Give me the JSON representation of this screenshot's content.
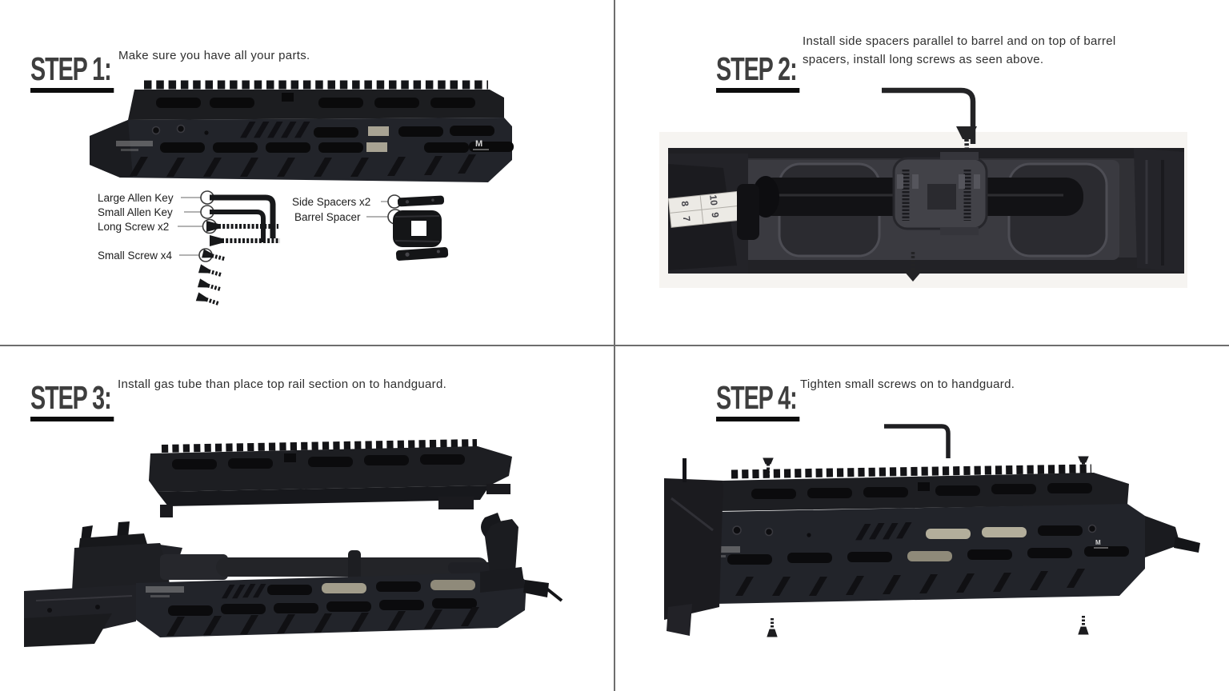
{
  "colors": {
    "background": "#ffffff",
    "divider": "#6e6e6e",
    "heading_text": "#3e3e3e",
    "underline": "#0c0c0c",
    "body_text": "#2f2f2f",
    "metal_dark": "#1c1d20",
    "metal_mid": "#22242a"
  },
  "steps": [
    {
      "label": "STEP 1:",
      "description": "Make sure you have all your parts."
    },
    {
      "label": "STEP 2:",
      "description": "Install side spacers parallel to barrel and on top of barrel spacers, install long screws as seen above."
    },
    {
      "label": "STEP 3:",
      "description": "Install gas tube than place top rail section on to handguard."
    },
    {
      "label": "STEP 4:",
      "description": "Tighten small screws on to handguard."
    }
  ],
  "step1_parts": {
    "labels_left": [
      "Large Allen Key",
      "Small Allen Key",
      "Long Screw x2",
      "Small Screw x4"
    ],
    "labels_right": [
      "Side Spacers x2",
      "Barrel Spacer"
    ]
  },
  "step2_photo": {
    "sight_numbers": [
      "8",
      "10",
      "7",
      "9"
    ]
  },
  "icons": {
    "mlok_mark": "M"
  }
}
